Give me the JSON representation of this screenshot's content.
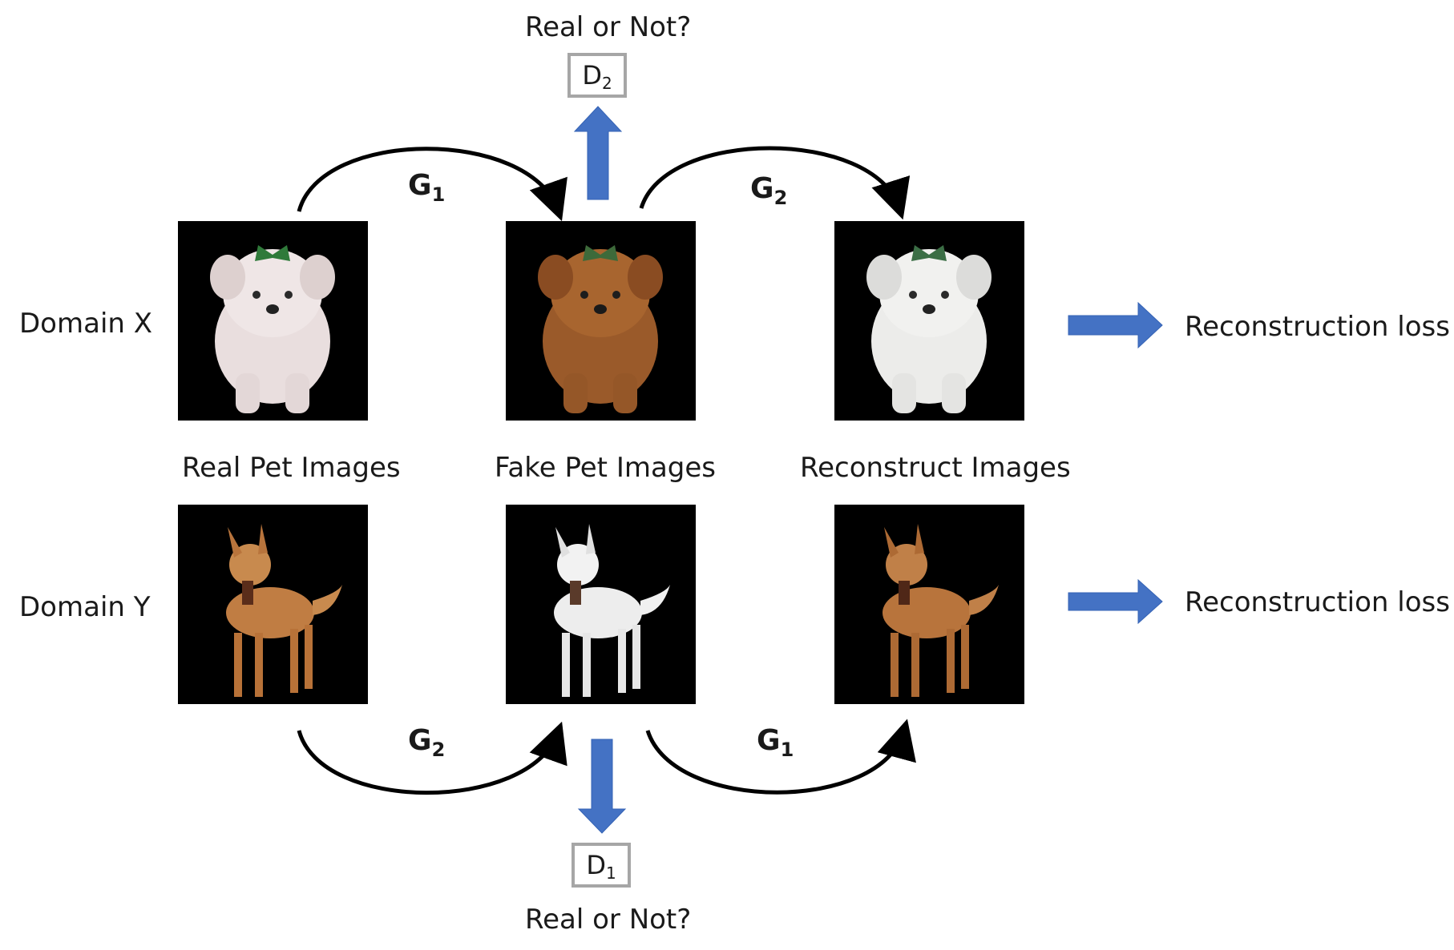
{
  "discriminator_top": {
    "question": "Real or Not?",
    "letter": "D",
    "index": "2"
  },
  "discriminator_bottom": {
    "question": "Real or Not?",
    "letter": "D",
    "index": "1"
  },
  "domains": {
    "x": "Domain X",
    "y": "Domain Y"
  },
  "column_labels": {
    "real": "Real Pet Images",
    "fake": "Fake Pet Images",
    "reconstruct": "Reconstruct Images"
  },
  "generators": {
    "top_left": {
      "letter": "G",
      "index": "1"
    },
    "top_right": {
      "letter": "G",
      "index": "2"
    },
    "bottom_left": {
      "letter": "G",
      "index": "2"
    },
    "bottom_right": {
      "letter": "G",
      "index": "1"
    }
  },
  "losses": {
    "top": "Reconstruction loss",
    "bottom": "Reconstruction loss"
  },
  "colors": {
    "arrow_blue": "#4472c4",
    "box_border": "#a6a6a6",
    "curve": "#000000"
  },
  "icons": [
    "white-puppy-image",
    "brown-puppy-image",
    "reconstructed-white-puppy-image",
    "brown-chihuahua-image",
    "white-chihuahua-image",
    "reconstructed-brown-chihuahua-image"
  ]
}
